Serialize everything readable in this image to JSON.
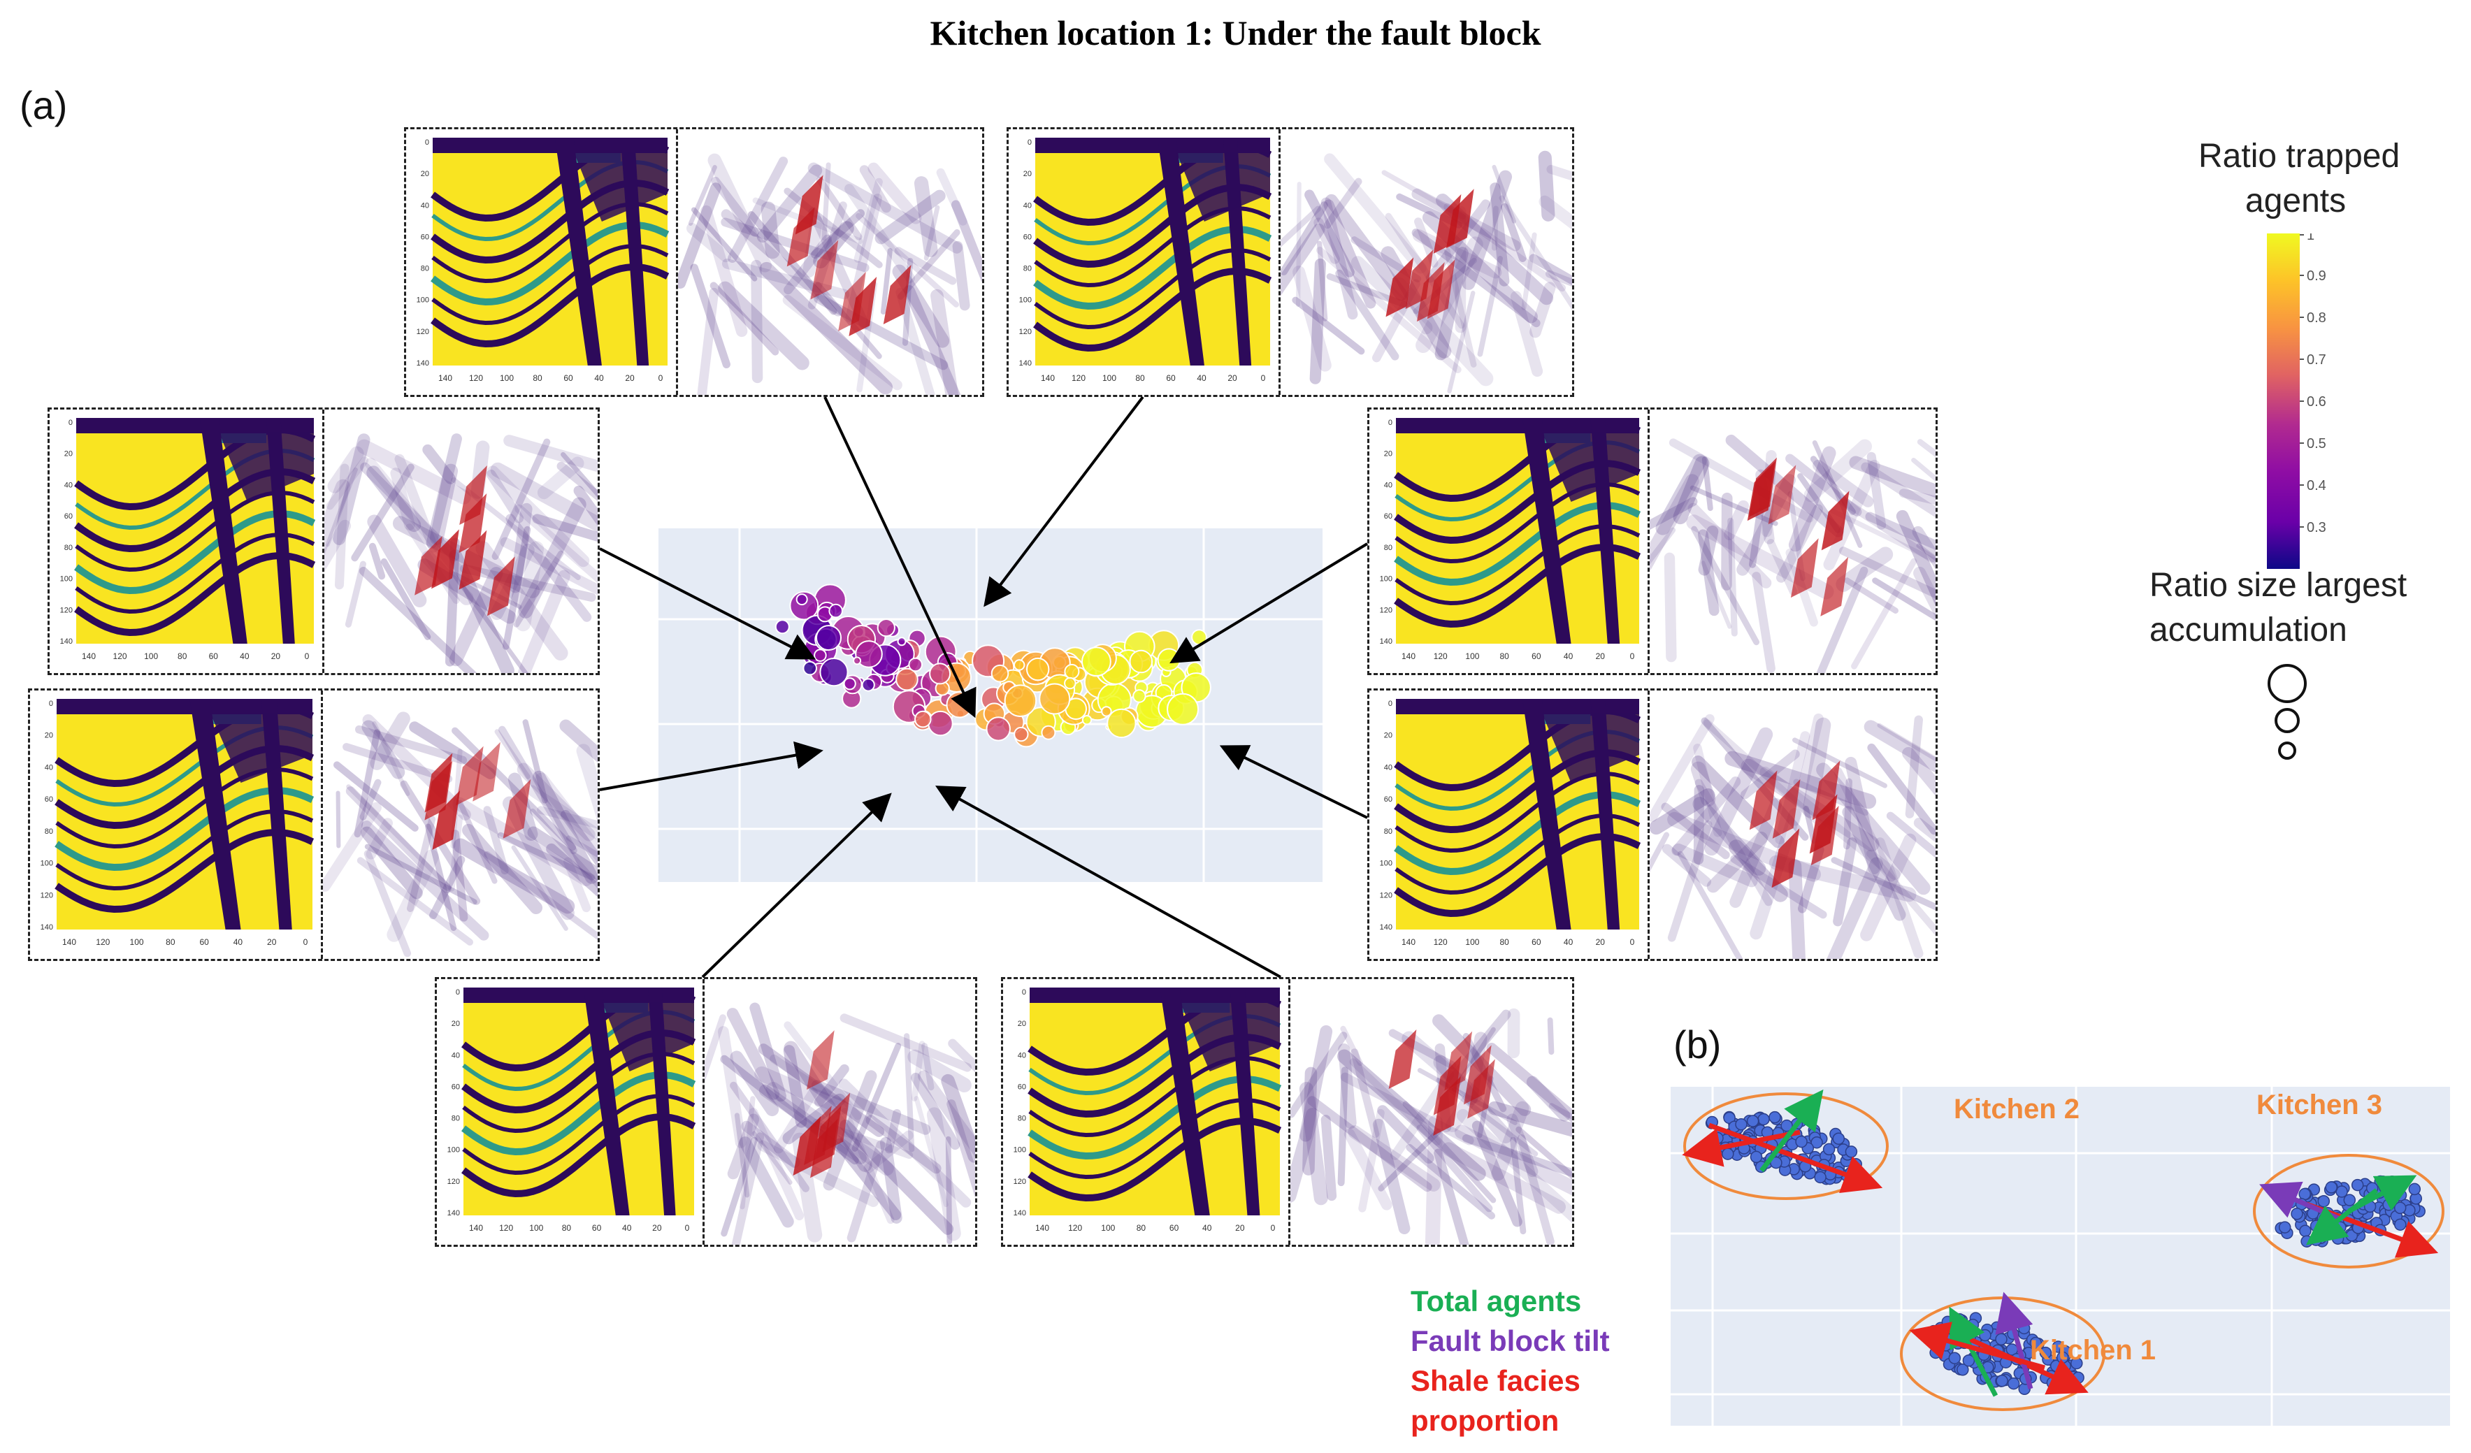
{
  "title": "Kitchen location 1: Under the fault block",
  "panel_a_label": "(a)",
  "panel_b_label": "(b)",
  "axis_ticks_x": [
    "140",
    "120",
    "100",
    "80",
    "60",
    "40",
    "20",
    "0"
  ],
  "axis_ticks_y": [
    "0",
    "20",
    "40",
    "60",
    "80",
    "100",
    "120",
    "140"
  ],
  "legend": {
    "color_title_line1": "Ratio trapped",
    "color_title_line2": "agents",
    "colorbar_ticks": [
      "1",
      "0.9",
      "0.8",
      "0.7",
      "0.6",
      "0.5",
      "0.4",
      "0.3"
    ],
    "size_title_line1": "Ratio size largest",
    "size_title_line2": "accumulation"
  },
  "kitchens": {
    "k1": "Kitchen 1",
    "k2": "Kitchen 2",
    "k3": "Kitchen 3"
  },
  "arrow_key": {
    "total_agents": "Total agents",
    "fault_block_tilt": "Fault block tilt",
    "shale_line1": "Shale facies",
    "shale_line2": "proportion"
  },
  "colors": {
    "yellow": "#f9e421",
    "dark_purple": "#2d0a5a",
    "teal": "#2e9a8a",
    "purple_haze": "#5b3f8c",
    "red_body": "#c0141a",
    "arrow_green": "#1aaf54",
    "arrow_purple": "#7a3bb8",
    "arrow_red": "#e8231d",
    "kitchen_orange": "#f08a3c",
    "background_blue": "#e5ebf5"
  }
}
